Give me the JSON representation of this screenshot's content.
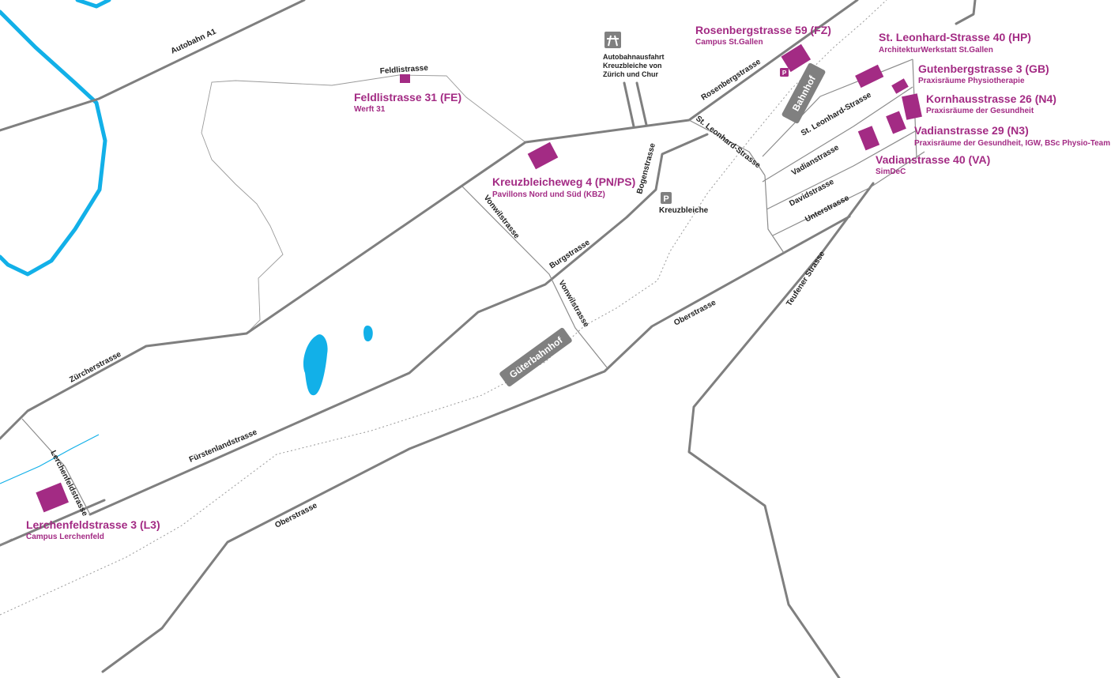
{
  "colors": {
    "building": "#a32b84",
    "label": "#a32b84",
    "water": "#12b0e8",
    "road": "#7f7f7f",
    "station": "#808080"
  },
  "streets": {
    "autobahn": "Autobahn A1",
    "feldli": "Feldlistrasse",
    "zuercher": "Zürcherstrasse",
    "lerchenfeld": "Lerchenfeldstrasse",
    "fuerstenland": "Fürstenlandstrasse",
    "vonwil_1": "Vonwilstrasse",
    "vonwil_2": "Vonwilstrasse",
    "burg": "Burgstrasse",
    "bogen": "Bogenstrasse",
    "rosenberg": "Rosenbergstrasse",
    "stleonhard_1": "St. Leonhard-Strasse",
    "stleonhard_2": "St. Leonhard-Strasse",
    "vadian": "Vadianstrasse",
    "david": "Davidstrasse",
    "unter": "Unterstrasse",
    "ober_1": "Oberstrasse",
    "ober_2": "Oberstrasse",
    "teufener": "Teufener Strasse"
  },
  "stations": {
    "bahnhof": "Bahnhof",
    "gueterbahnhof": "Güterbahnhof"
  },
  "parking": {
    "symbol": "P",
    "kreuzbleiche_label": "Kreuzbleiche"
  },
  "motorway_exit": {
    "line1": "Autobahnausfahrt",
    "line2": "Kreuzbleiche von",
    "line3": "Zürich und Chur"
  },
  "locations": [
    {
      "id": "FE",
      "title": "Feldlistrasse 31 (FE)",
      "subtitle": "Werft 31"
    },
    {
      "id": "PN",
      "title": "Kreuzbleicheweg 4  (PN/PS)",
      "subtitle": "Pavillons Nord und Süd (KBZ)"
    },
    {
      "id": "FZ",
      "title": "Rosenbergstrasse 59 (FZ)",
      "subtitle": "Campus St.Gallen"
    },
    {
      "id": "HP",
      "title": "St. Leonhard-Strasse 40 (HP)",
      "subtitle": "ArchitekturWerkstatt St.Gallen"
    },
    {
      "id": "GB",
      "title": "Gutenbergstrasse 3 (GB)",
      "subtitle": "Praxisräume Physiotherapie"
    },
    {
      "id": "N4",
      "title": "Kornhausstrasse 26 (N4)",
      "subtitle": "Praxisräume der Gesundheit"
    },
    {
      "id": "N3",
      "title": "Vadianstrasse 29 (N3)",
      "subtitle": "Praxisräume der Gesundheit, IGW, BSc Physio-Team"
    },
    {
      "id": "VA",
      "title": "Vadianstrasse 40 (VA)",
      "subtitle": "SimDeC"
    },
    {
      "id": "L3",
      "title": "Lerchenfeldstrasse 3 (L3)",
      "subtitle": "Campus Lerchenfeld"
    }
  ]
}
